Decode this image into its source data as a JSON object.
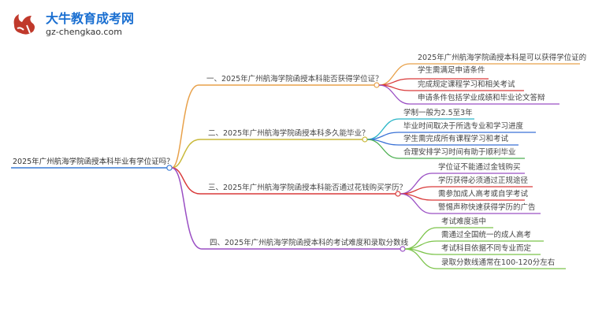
{
  "logo": {
    "title": "大牛教育成考网",
    "url": "gz-chengkao.com"
  },
  "root": "2025年广州航海学院函授本科毕业有学位证吗？",
  "branches": [
    {
      "label": "一、2025年广州航海学院函授本科能否获得学位证？",
      "color": "#e8a14a",
      "leaves": [
        "2025年广州航海学院函授本科是可以获得学位证的",
        "学生需满足申请条件",
        "完成规定课程学习和相关考试",
        "申请条件包括学业成绩和毕业论文答辩"
      ],
      "leaf_colors": [
        "#e8a14a",
        "#d93a3a",
        "#d93a3a",
        "#9a4fc4"
      ]
    },
    {
      "label": "二、2025年广州航海学院函授本科多久能毕业？",
      "color": "#c9b93a",
      "leaves": [
        "学制一般为2.5至3年",
        "毕业时间取决于所选专业和学习进度",
        "学生需完成所有课程学习和考试",
        "合理安排学习时间有助于顺利毕业"
      ],
      "leaf_colors": [
        "#29b5c7",
        "#3a72d6",
        "#3a72d6",
        "#4caf50"
      ]
    },
    {
      "label": "三、2025年广州航海学院函授本科能否通过花钱购买学历？",
      "color": "#d93a3a",
      "leaves": [
        "学位证不能通过金钱购买",
        "学历获得必须通过正规途径",
        "需参加成人高考或自学考试",
        "警惕声称快速获得学历的广告"
      ],
      "leaf_colors": [
        "#9a4fc4",
        "#d93a3a",
        "#d93a3a",
        "#9a4fc4"
      ]
    },
    {
      "label": "四、2025年广州航海学院函授本科的考试难度和录取分数线",
      "color": "#9a4fc4",
      "leaves": [
        "考试难度适中",
        "需通过全国统一的成人高考",
        "考试科目依据不同专业而定",
        "录取分数线通常在100-120分左右"
      ],
      "leaf_colors": [
        "#7cc44a",
        "#7cc44a",
        "#7cc44a",
        "#7cc44a"
      ]
    }
  ]
}
